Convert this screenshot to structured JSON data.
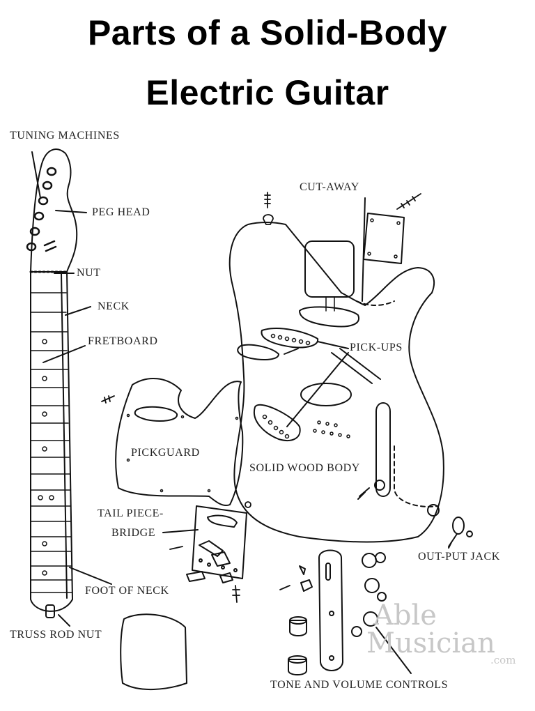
{
  "title": {
    "line1": "Parts of a Solid-Body",
    "line2": "Electric Guitar"
  },
  "labels": {
    "tuning_machines": "TUNING MACHINES",
    "peg_head": "PEG HEAD",
    "nut": "NUT",
    "neck": "NECK",
    "fretboard": "FRETBOARD",
    "cut_away": "CUT-AWAY",
    "pick_ups": "PICK-UPS",
    "pickguard": "PICKGUARD",
    "solid_wood_body": "SOLID WOOD BODY",
    "tail_piece": "TAIL PIECE-",
    "bridge": "BRIDGE",
    "out_put_jack": "OUT-PUT JACK",
    "foot_of_neck": "FOOT OF NECK",
    "truss_rod_nut": "TRUSS ROD NUT",
    "tone_and_volume_controls": "TONE AND VOLUME CONTROLS"
  },
  "watermark": {
    "line1": "Able",
    "line2": "Musician",
    "line3": ".com"
  },
  "colors": {
    "ink": "#111111",
    "watermark": "#c7c7c7"
  }
}
